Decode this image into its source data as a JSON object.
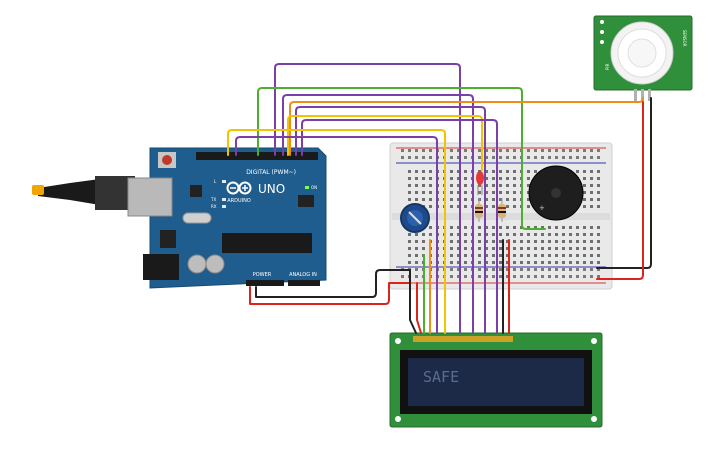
{
  "arduino": {
    "logo_brand": "ARDUINO",
    "model": "UNO",
    "header_digital": "DIGITAL (PWM~)",
    "header_power": "POWER",
    "header_analog": "ANALOG IN",
    "led_on": "ON",
    "led_tx": "TX",
    "led_rx": "RX",
    "led_l": "L"
  },
  "lcd": {
    "display_text": "SAFE"
  },
  "pir": {
    "label_left": "PIR",
    "label_right": "SENSOR"
  },
  "colors": {
    "board": "#1f5d8e",
    "lcd_pcb": "#2f8f3a",
    "lcd_screen": "#1c2a48",
    "pir_pcb": "#2f8f3a",
    "wire_purple": "#7a3fa8",
    "wire_green": "#4caf2f",
    "wire_yellow": "#f2c400",
    "wire_orange": "#f08c1a",
    "wire_red": "#d9251c",
    "wire_black": "#222222"
  }
}
